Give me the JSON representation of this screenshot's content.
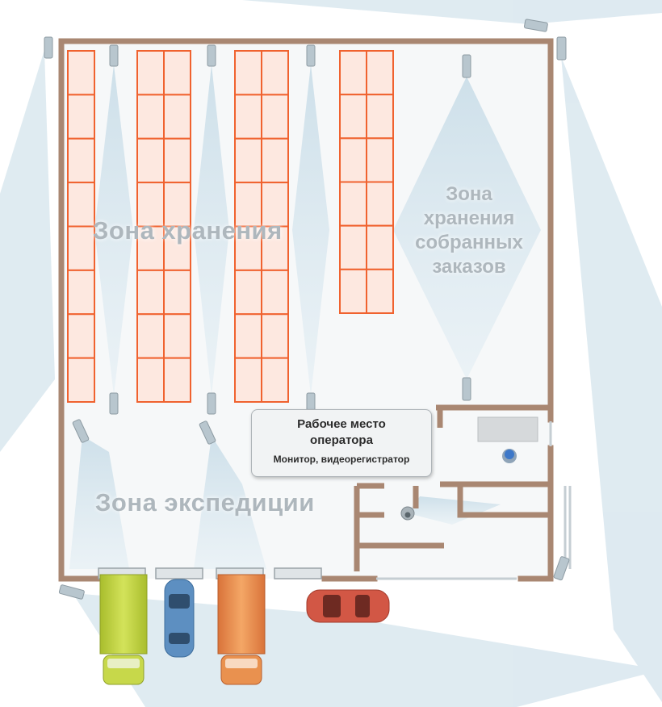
{
  "plan": {
    "zones": {
      "storage": "Зона хранения",
      "orders_line1": "Зона",
      "orders_line2": "хранения",
      "orders_line3": "собранных",
      "orders_line4": "заказов",
      "expedition": "Зона экспедиции"
    },
    "workplace": {
      "title_line1": "Рабочее место",
      "title_line2": "оператора",
      "subtitle": "Монитор, видеорегистратор"
    }
  },
  "colors": {
    "wall": "#a98772",
    "rack_stroke": "#f0622f",
    "rack_fill": "#fde8e0",
    "camera_view": "#d7e6ee",
    "camera": "#b8c6ce",
    "truck_green": "#c2d347",
    "car_blue": "#5d8fc1",
    "truck_orange": "#e98f4f",
    "car_red": "#d25745"
  },
  "icons": [
    "camera-icon",
    "dome-camera-icon",
    "operator-chair-icon",
    "truck-icon",
    "car-icon"
  ]
}
